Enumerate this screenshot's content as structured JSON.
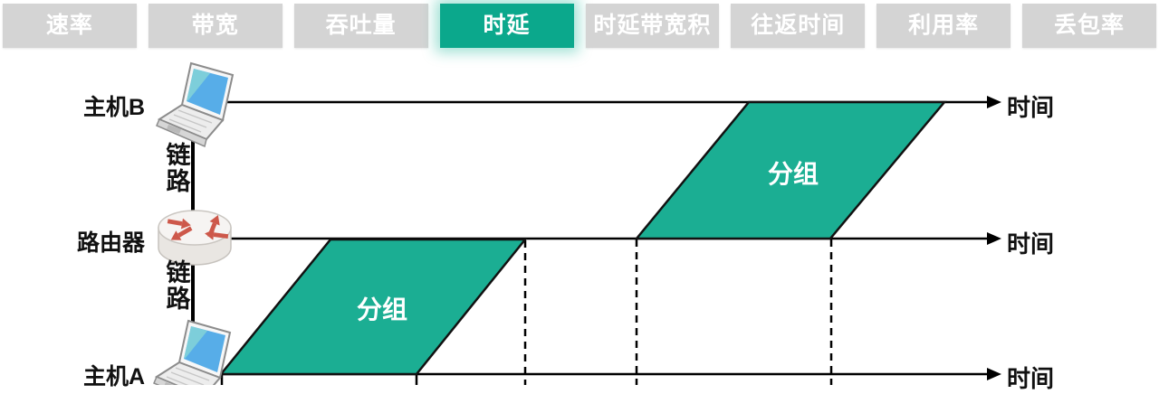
{
  "tabbar": {
    "tabs": [
      {
        "label": "速率",
        "active": false
      },
      {
        "label": "带宽",
        "active": false
      },
      {
        "label": "吞吐量",
        "active": false
      },
      {
        "label": "时延",
        "active": true
      },
      {
        "label": "时延带宽积",
        "active": false
      },
      {
        "label": "往返时间",
        "active": false
      },
      {
        "label": "利用率",
        "active": false
      },
      {
        "label": "丢包率",
        "active": false
      }
    ]
  },
  "diagram": {
    "nodes": {
      "host_b": "主机B",
      "router": "路由器",
      "host_a": "主机A"
    },
    "links": {
      "upper": "链路",
      "lower": "链路"
    },
    "axes": {
      "host_b": "时间",
      "router": "时间",
      "host_a": "时间"
    },
    "packets": {
      "upper": "分组",
      "lower": "分组"
    }
  },
  "icons": {
    "host_b": "laptop-icon",
    "router": "router-icon",
    "host_a": "laptop-icon"
  },
  "colors": {
    "tab_active_bg": "#0ba88c",
    "tab_inactive_bg": "#d4d4d4",
    "tab_text": "#ffffff",
    "packet_fill": "#1bae93",
    "packet_text": "#ffffff",
    "axis_line": "#000000",
    "router_arrows": "#cd584a",
    "laptop_screen": "#57ade8"
  }
}
